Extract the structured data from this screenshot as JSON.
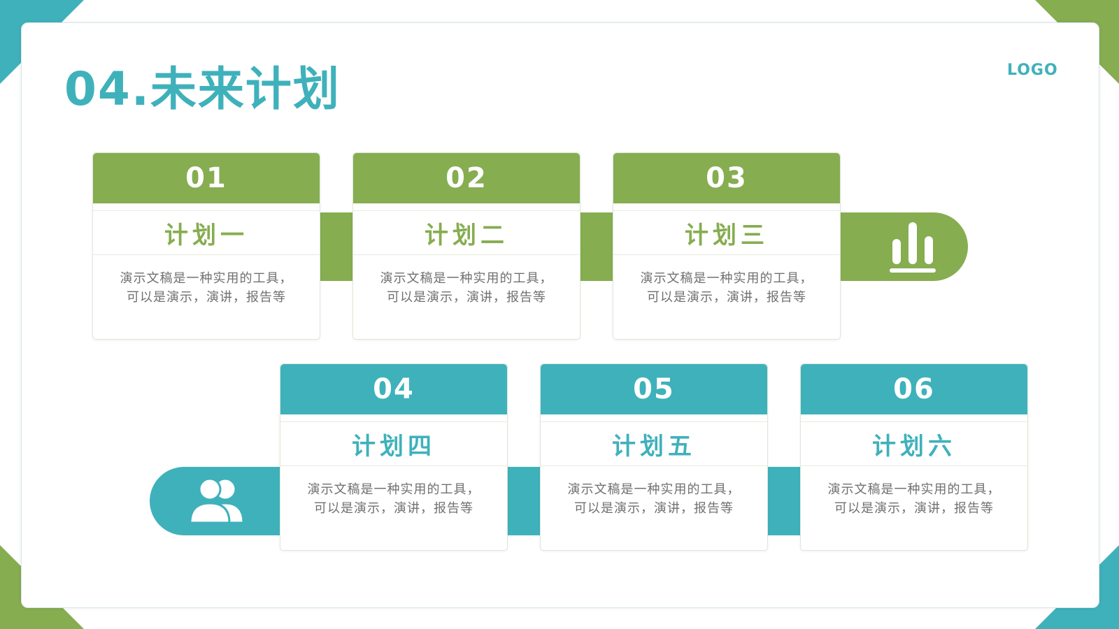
{
  "title": "04.未来计划",
  "logo": "LOGO",
  "colors": {
    "teal": "#3fb1bb",
    "green": "#86ad50"
  },
  "icons": {
    "top_band": "bar-chart-icon",
    "bottom_band": "users-icon"
  },
  "plans": [
    {
      "number": "01",
      "name": "计划一",
      "description": "演示文稿是一种实用的工具，可以是演示，演讲，报告等"
    },
    {
      "number": "02",
      "name": "计划二",
      "description": "演示文稿是一种实用的工具，可以是演示，演讲，报告等"
    },
    {
      "number": "03",
      "name": "计划三",
      "description": "演示文稿是一种实用的工具，可以是演示，演讲，报告等"
    },
    {
      "number": "04",
      "name": "计划四",
      "description": "演示文稿是一种实用的工具，可以是演示，演讲，报告等"
    },
    {
      "number": "05",
      "name": "计划五",
      "description": "演示文稿是一种实用的工具，可以是演示，演讲，报告等"
    },
    {
      "number": "06",
      "name": "计划六",
      "description": "演示文稿是一种实用的工具，可以是演示，演讲，报告等"
    }
  ]
}
